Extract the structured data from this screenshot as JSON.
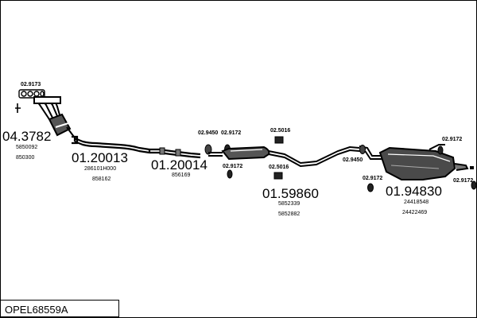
{
  "title": "OPEL68559A",
  "parts": [
    {
      "number": "04.3782",
      "refs": [
        "5850092",
        "850300"
      ]
    },
    {
      "number": "01.20013",
      "refs": [
        "286101H000",
        "858162"
      ]
    },
    {
      "number": "01.20014",
      "refs": [
        "856169"
      ]
    },
    {
      "number": "01.59860",
      "refs": [
        "5852339",
        "5852882"
      ]
    },
    {
      "number": "01.94830",
      "refs": [
        "24418548",
        "24422469"
      ]
    }
  ],
  "fittings": {
    "manifold_gasket": "02.9173",
    "ring_1": "02.9450",
    "clamp_1": "02.9172",
    "clamp_2": "02.9172",
    "bracket_1": "02.5016",
    "bracket_2": "02.5016",
    "ring_2": "02.9450",
    "clamp_3": "02.9172",
    "clamp_4": "02.9172",
    "clamp_5": "02.9172"
  }
}
